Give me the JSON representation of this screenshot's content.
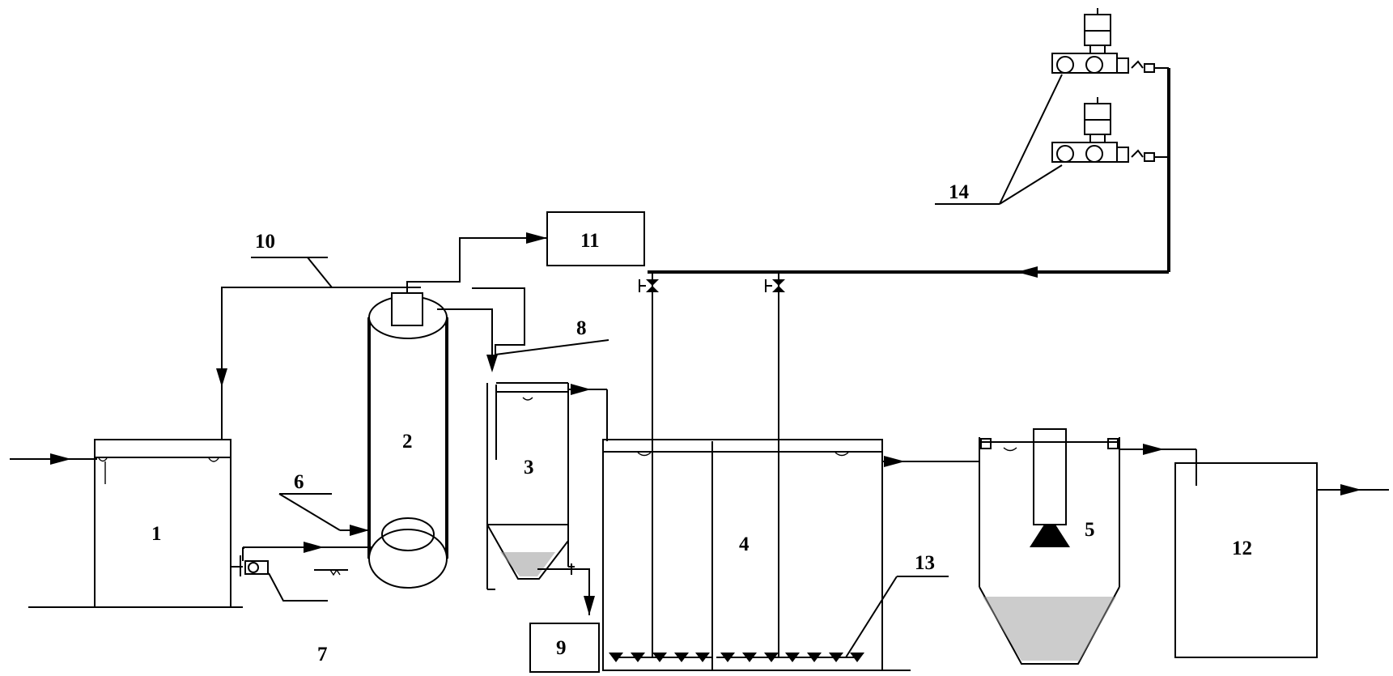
{
  "diagram": {
    "labels": [
      "1",
      "2",
      "3",
      "4",
      "5",
      "6",
      "7",
      "8",
      "9",
      "10",
      "11",
      "12",
      "13",
      "14"
    ]
  },
  "colors": {
    "line": "#000000",
    "background": "#ffffff",
    "sediment": "#9a9a9a"
  }
}
